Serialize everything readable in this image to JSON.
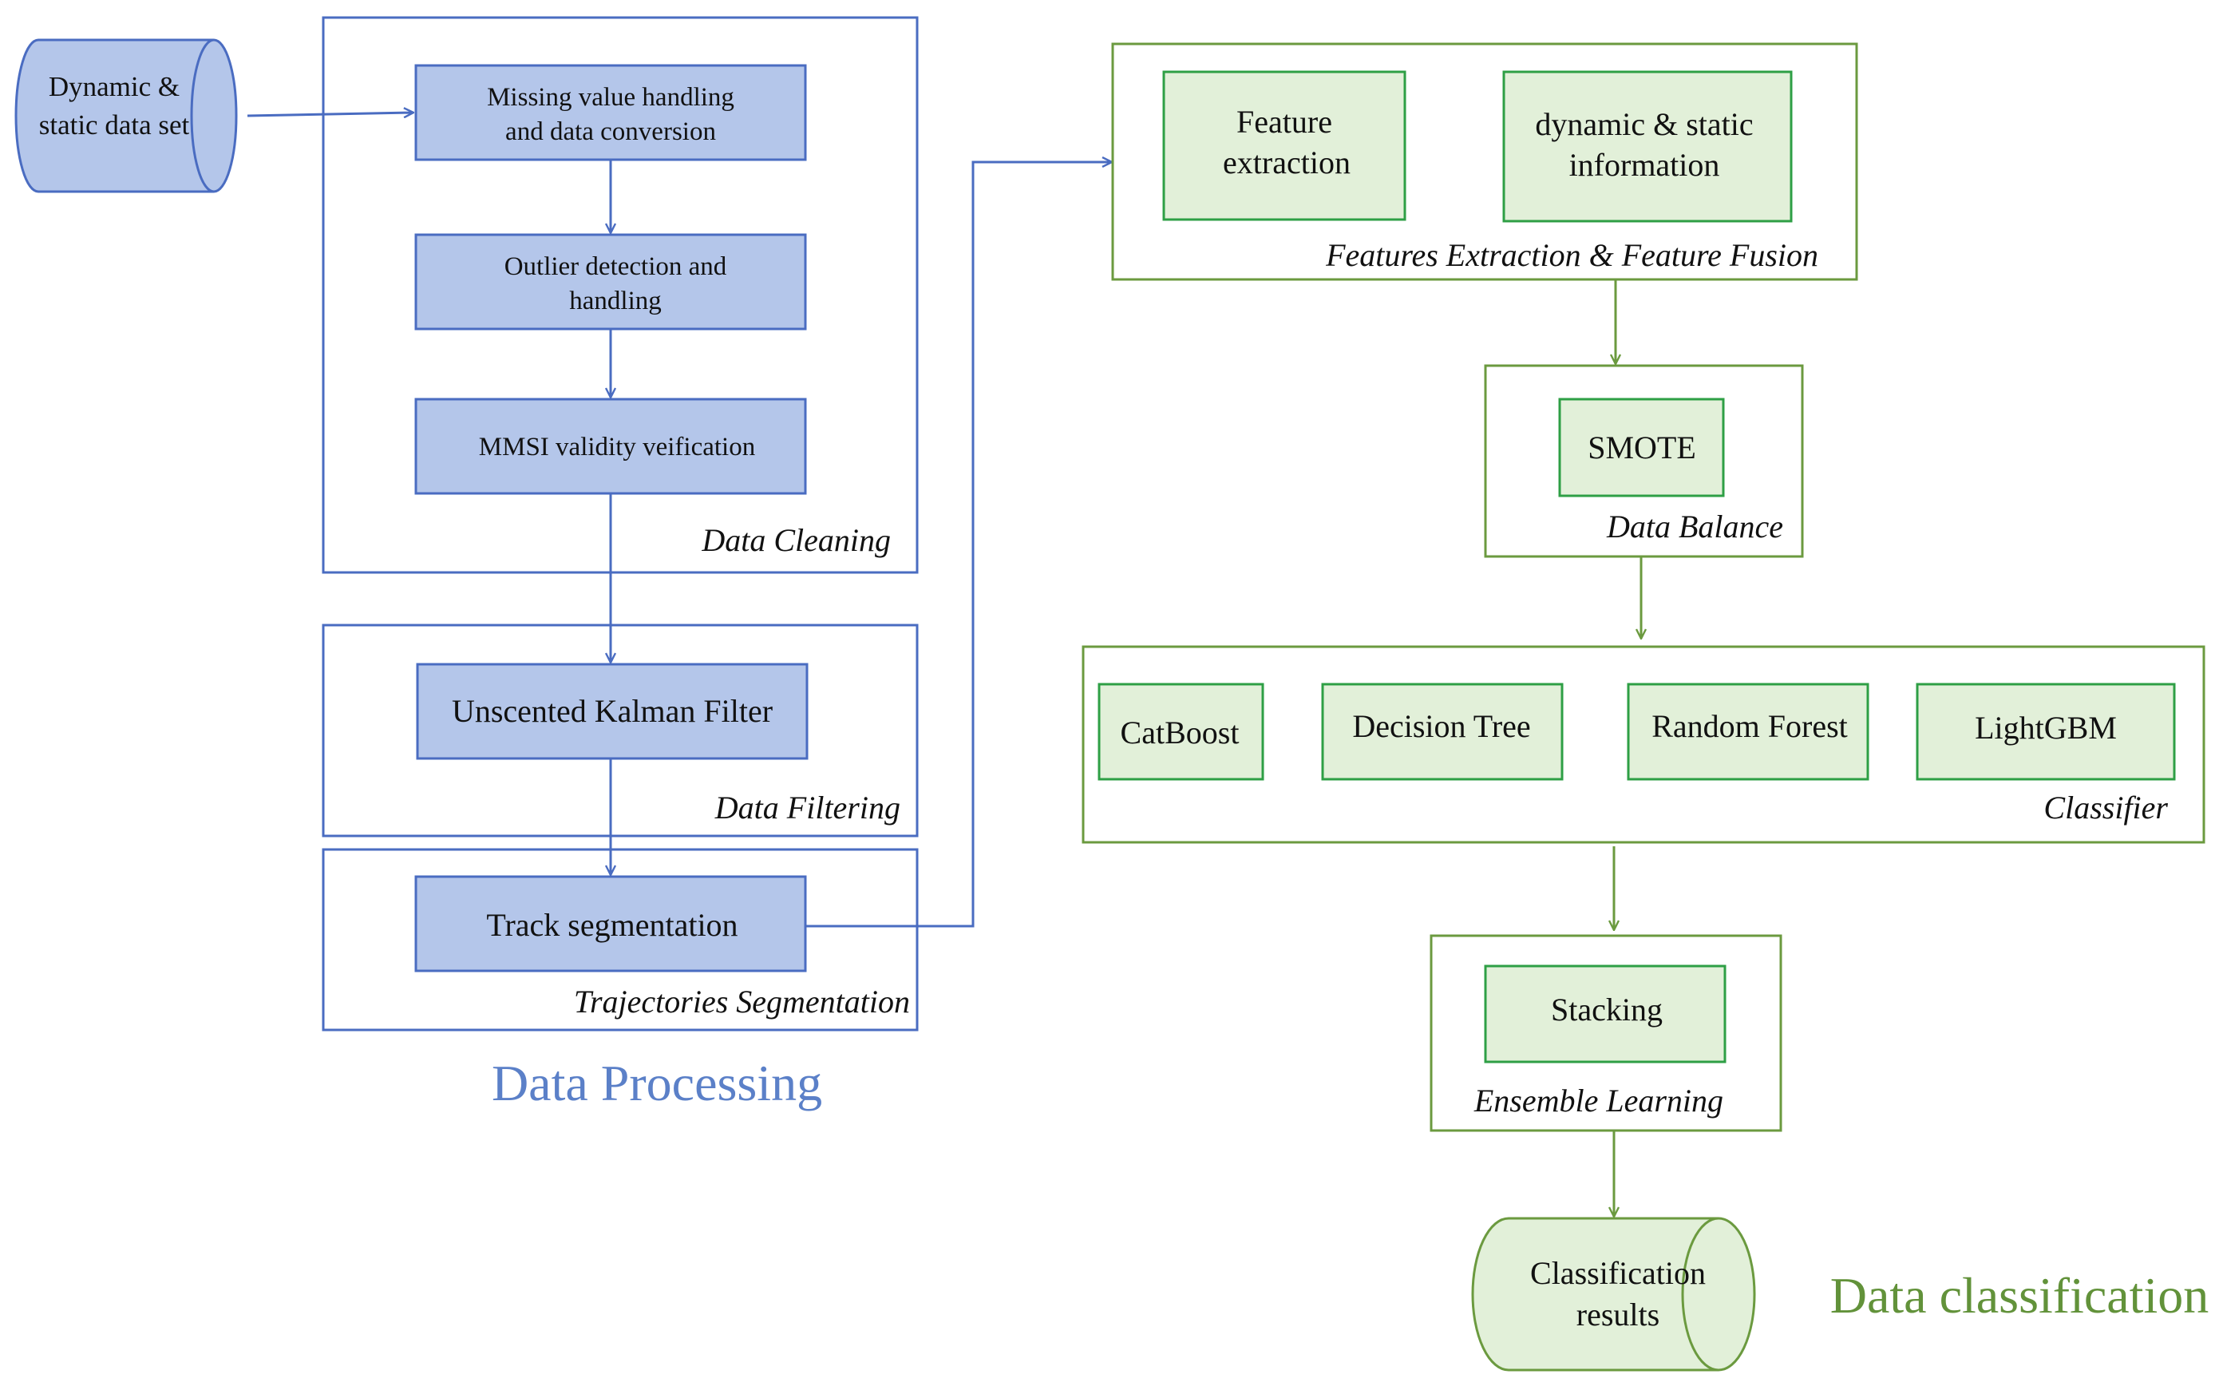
{
  "colors": {
    "blue_stroke": "#4A6CC1",
    "blue_fill": "#B4C6EA",
    "green_stroke": "#6B9A3F",
    "green_fill": "#E2F0D9",
    "title_blue": "#5B80C8",
    "title_green": "#62923A"
  },
  "processing": {
    "source_line1": "Dynamic &",
    "source_line2": "static data set",
    "missing_line1": "Missing value handling",
    "missing_line2": "and data conversion",
    "outlier_line1": "Outlier detection and",
    "outlier_line2": "handling",
    "mmsi": "MMSI validity veification",
    "cleaning_label": "Data Cleaning",
    "ukf": "Unscented Kalman Filter",
    "filtering_label": "Data Filtering",
    "track": "Track segmentation",
    "segmentation_label": "Trajectories Segmentation",
    "title": "Data Processing"
  },
  "classification": {
    "feature_line1": "Feature",
    "feature_line2": "extraction",
    "info_line1": "dynamic & static",
    "info_line2": "information",
    "features_label": "Features Extraction & Feature Fusion",
    "smote": "SMOTE",
    "balance_label": "Data Balance",
    "catboost": "CatBoost",
    "decision_tree": "Decision Tree",
    "random_forest": "Random Forest",
    "lightgbm": "LightGBM",
    "classifier_label": "Classifier",
    "stacking": "Stacking",
    "ensemble_label": "Ensemble Learning",
    "result_line1": "Classification",
    "result_line2": "results",
    "title": "Data classification"
  }
}
